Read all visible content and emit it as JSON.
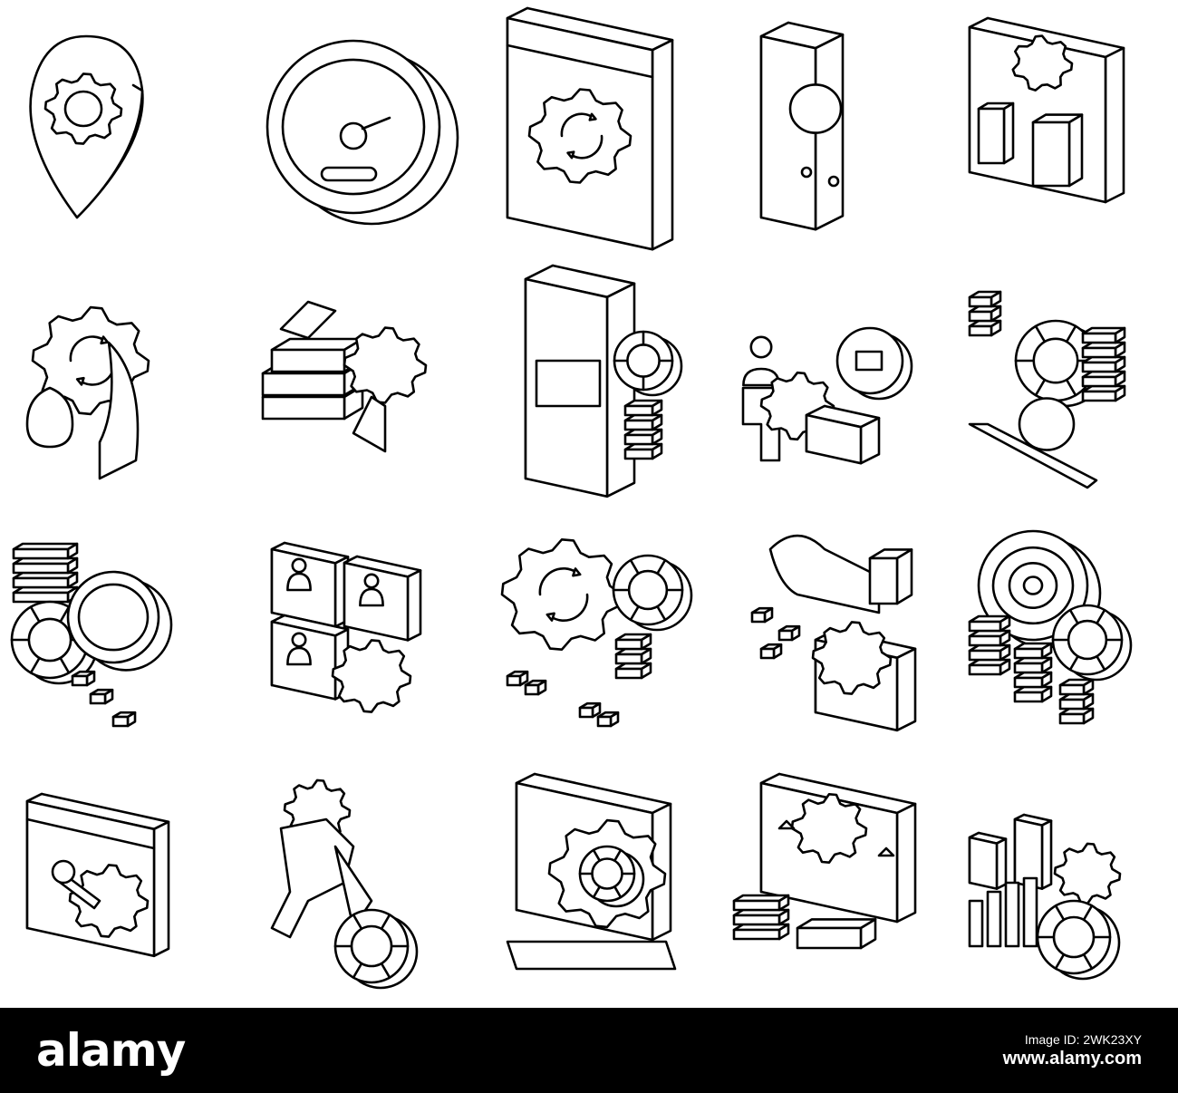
{
  "icons": [
    "location-gear-icon",
    "speedometer-icon",
    "browser-gear-sync-icon",
    "smartphone-dial-icon",
    "devices-gear-icon",
    "hand-gear-money-icon",
    "books-gear-growth-icon",
    "smartphone-pie-chart-icon",
    "businessman-gear-briefcase-icon",
    "data-flow-chart-icon",
    "database-gear-chart-icon",
    "team-profiles-gear-icon",
    "gear-sync-chart-icon",
    "hand-gear-cubes-icon",
    "target-chart-database-icon",
    "calendar-tools-gear-icon",
    "person-gear-chart-icon",
    "laptop-gear-chart-icon",
    "monitor-gear-database-icon",
    "bar-chart-gear-icon"
  ],
  "footer": {
    "brand": "alamy",
    "image_id_label": "Image ID: 2WK23XY",
    "image_id_url": "www.alamy.com",
    "background_color": "#000000",
    "text_color": "#ffffff"
  }
}
